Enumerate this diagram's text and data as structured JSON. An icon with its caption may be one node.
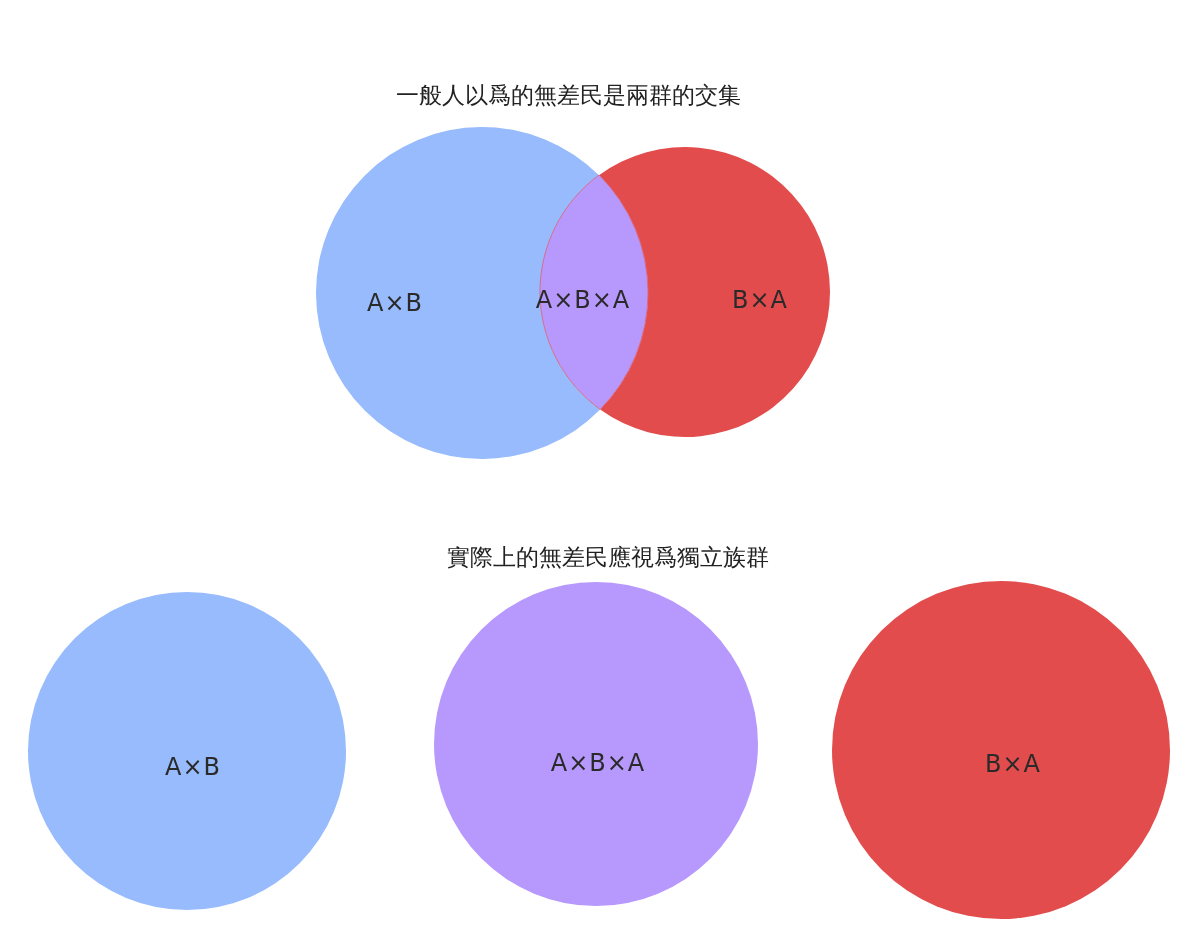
{
  "diagram": {
    "nodes": [
      {
        "text": [
          "A×B"
        ]
      },
      {
        "text": [
          "B×A"
        ]
      },
      {
        "text": [
          "A×B×A"
        ]
      },
      {
        "text": [
          "A×B"
        ]
      },
      {
        "text": [
          "A×B×A"
        ]
      },
      {
        "text": [
          "B×A"
        ]
      }
    ],
    "labels": [
      "一般人以爲的無差民是兩群的交集",
      "實際上的無差民應視爲獨立族群"
    ]
  }
}
